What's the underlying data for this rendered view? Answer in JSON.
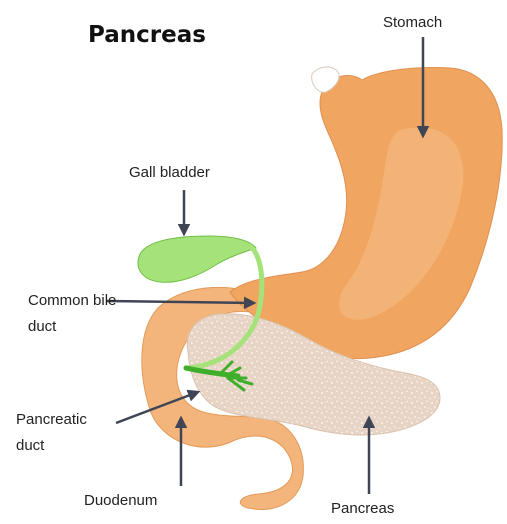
{
  "title": "Pancreas",
  "labels": {
    "stomach": "Stomach",
    "gall_bladder": "Gall bladder",
    "common_bile_duct": [
      "Common bile",
      "duct"
    ],
    "pancreatic_duct": [
      "Pancreatic",
      "duct"
    ],
    "duodenum": "Duodenum",
    "pancreas": "Pancreas"
  },
  "colors": {
    "organ_fill": "#f0a560",
    "organ_highlight": "#f5c08a",
    "duodenum_fill": "#f3b57c",
    "pancreas_fill": "#e8d4c4",
    "gall_fill": "#a5e27a",
    "duct_green": "#3fae2a",
    "arrow": "#3f4555"
  }
}
